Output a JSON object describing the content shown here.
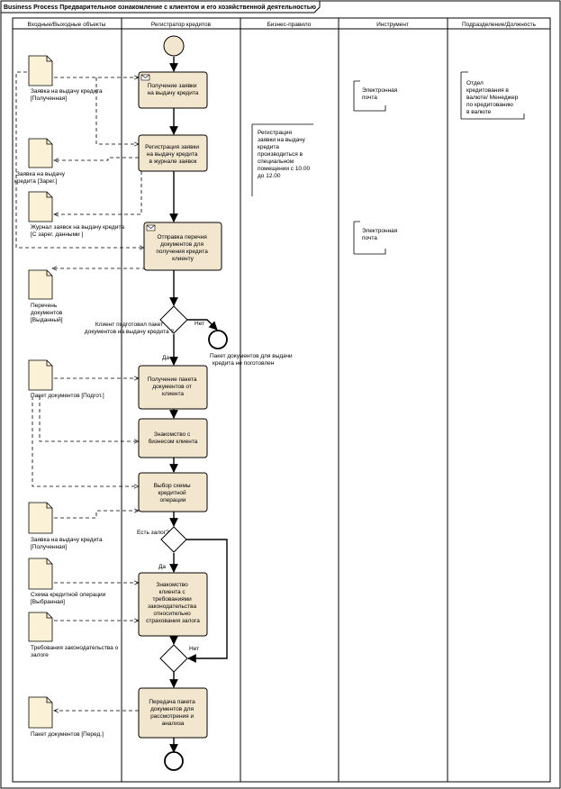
{
  "frame": {
    "title": "Business Process Предварительное ознакомление с клиентом и его хозяйственной деятельностью"
  },
  "lanes": [
    {
      "title": "Входные/Выходные объекты"
    },
    {
      "title": "Регистратор кредитов"
    },
    {
      "title": "Бизнес-правило"
    },
    {
      "title": "Инструмент"
    },
    {
      "title": "Подразделение/Должность"
    }
  ],
  "activities": [
    {
      "lines": [
        "Получение заявки",
        "на выдачу кредита"
      ]
    },
    {
      "lines": [
        "Регистрация заявки",
        "на выдачу кредита",
        "в журнале заявок"
      ]
    },
    {
      "lines": [
        "Отправка перечня",
        "документов для",
        "получения кредита",
        "клиенту"
      ]
    },
    {
      "lines": [
        "Получение пакета",
        "документов от",
        "клиента"
      ]
    },
    {
      "lines": [
        "Знакомство с",
        "бизнесом клиента"
      ]
    },
    {
      "lines": [
        "Выбор схемы",
        "кредитной",
        "операции"
      ]
    },
    {
      "lines": [
        "Знакомство",
        "клиента с",
        "требованиями",
        "законодательства",
        "относительно",
        "страхования залога"
      ]
    },
    {
      "lines": [
        "Передача пакета",
        "документов для",
        "рассмотрения и",
        "анализа"
      ]
    }
  ],
  "objects": [
    {
      "lines": [
        "Заявка на выдачу кредита",
        "[Полученная]"
      ]
    },
    {
      "lines": [
        "Заявка на выдачу",
        "кредита [Зарег.]"
      ]
    },
    {
      "lines": [
        "Журнал заявок на выдачу кредита",
        "[С зарег. данными ]"
      ]
    },
    {
      "lines": [
        "Перечень",
        "документов",
        "[Выданный]"
      ]
    },
    {
      "lines": [
        "Пакет документов [Подгот.]"
      ]
    },
    {
      "lines": [
        "Заявка на выдачу кредита",
        "[Полученная]"
      ]
    },
    {
      "lines": [
        "Схема кредитной операции",
        "[Выбранная]"
      ]
    },
    {
      "lines": [
        "Требования законодательства о",
        "залоге"
      ]
    },
    {
      "lines": [
        "Пакет документов [Перед.]"
      ]
    }
  ],
  "decisions": [
    {
      "lines": [
        "Клиент подготовил пакет",
        "документов на выдачу кредита ?"
      ],
      "yes": "Да",
      "no": "Нет"
    },
    {
      "lines": [
        "Есть залог?"
      ],
      "yes": "Да"
    },
    {
      "no": "Нет"
    }
  ],
  "end_note": {
    "lines": [
      "Пакет документов для выдачи",
      "кредита не поготовлен"
    ]
  },
  "rule": {
    "lines": [
      "Регистрация",
      "заявки на выдачу",
      "кредита",
      "производиться в",
      "специальном",
      "помещении с 10.00",
      "до 12.00"
    ]
  },
  "tools": [
    {
      "lines": [
        "Электронная",
        "почта"
      ]
    },
    {
      "lines": [
        "Электронная",
        "почта"
      ]
    }
  ],
  "department": {
    "lines": [
      "Отдел",
      "кредитования в",
      "валюте/ Менеджер",
      "по кредитованию",
      "в валюте"
    ]
  }
}
